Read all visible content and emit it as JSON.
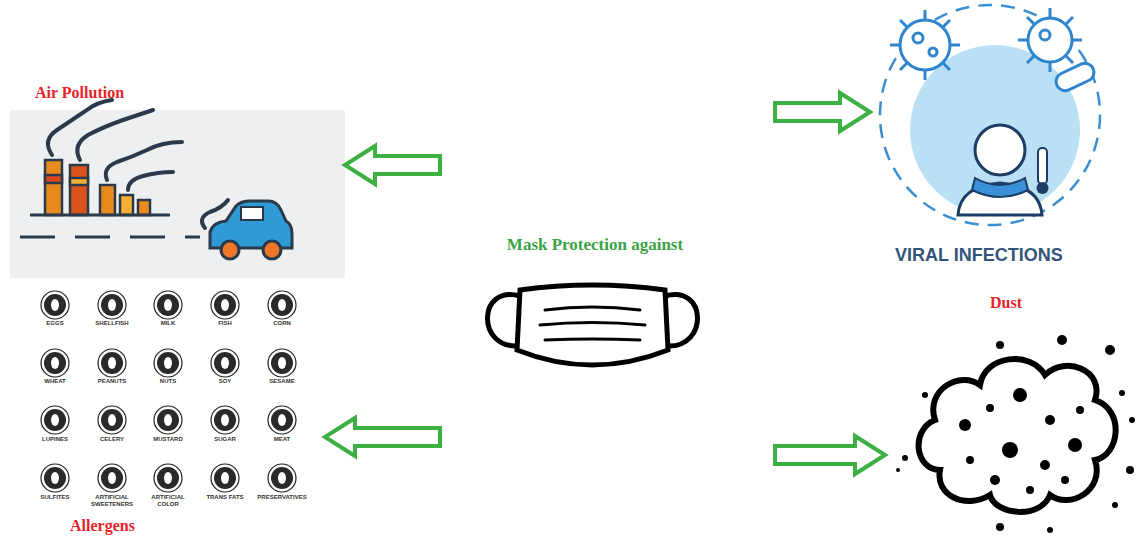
{
  "diagram": {
    "nodes": [
      {
        "text": [
          "Air Pollution"
        ]
      },
      {
        "text": [
          "VIRAL INFECTIONS"
        ]
      },
      {
        "text": [
          "Mask Protection against"
        ]
      },
      {
        "text": [
          "Dust"
        ]
      },
      {
        "text": [
          "EGGS",
          "SHELLFISH",
          "MILK",
          "FISH",
          "CORN",
          "WHEAT",
          "PEANUTS",
          "NUTS",
          "SOY",
          "SESAME",
          "LUPINES",
          "CELERY",
          "MUSTARD",
          "SUGAR",
          "MEAT",
          "SULFITES",
          "ARTIFICIAL SWEETENERS",
          "ARTIFICIAL COLOR",
          "TRANS FATS",
          "PRESERVATIVES",
          "Allergens"
        ]
      }
    ],
    "edges": [
      {
        "from": 2,
        "to": 0,
        "arrow": "to"
      },
      {
        "from": 2,
        "to": 1,
        "arrow": "to"
      },
      {
        "from": 2,
        "to": 3,
        "arrow": "to"
      },
      {
        "from": 2,
        "to": 4,
        "arrow": "to"
      }
    ]
  }
}
